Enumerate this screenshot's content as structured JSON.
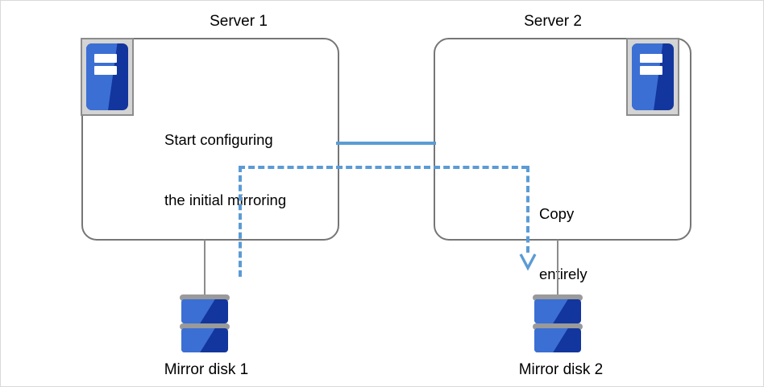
{
  "diagram": {
    "title_server_1": "Server 1",
    "title_server_2": "Server 2",
    "title_disk_1": "Mirror disk 1",
    "title_disk_2": "Mirror disk 2",
    "note_start_line_1": "Start configuring",
    "note_start_line_2": "the initial mirroring",
    "note_copy_line_1": "Copy",
    "note_copy_line_2": "entirely",
    "colors": {
      "server_border": "#767676",
      "icon_frame": "#d4d4d4",
      "icon_frame_border": "#8c8c8c",
      "icon_blue_light": "#3b6fd4",
      "icon_blue_dark": "#12369e",
      "disk_plate": "#9a9a9a",
      "link_blue": "#5b9bd5",
      "stem_gray": "#8c8c8c",
      "canvas_border": "#d9d9d9",
      "text": "#000000"
    },
    "icons": {
      "server": "server-icon",
      "disk": "mirror-disk-icon",
      "arrow": "down-arrow-icon"
    }
  }
}
